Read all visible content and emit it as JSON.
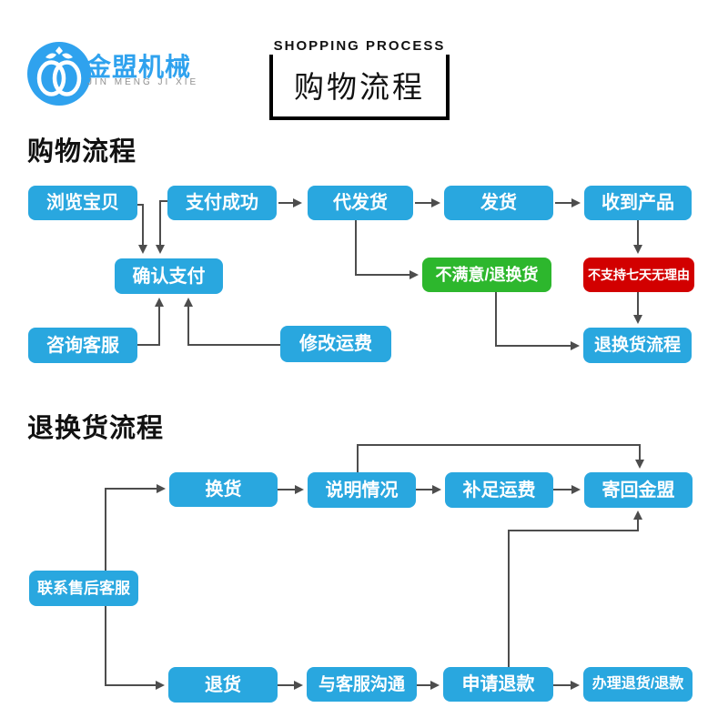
{
  "colors": {
    "box_blue": "#29a7df",
    "box_green": "#2db72d",
    "box_red": "#d20000",
    "logo_blue": "#2fa2ee",
    "line": "#4d4d4d",
    "text_dark": "#111111",
    "subtitle_gray": "#8f8f8f"
  },
  "header": {
    "logo_name": "金盟机械",
    "logo_sub": "JIN MENG JI XIE",
    "badge_en": "SHOPPING PROCESS",
    "badge_zh": "购物流程"
  },
  "shopping": {
    "title": "购物流程",
    "nodes": {
      "browse": "浏览宝贝",
      "pay_success": "支付成功",
      "await_ship": "代发货",
      "ship": "发货",
      "receive": "收到产品",
      "confirm_pay": "确认支付",
      "consult": "咨询客服",
      "modify_freight": "修改运费",
      "unsatisfied": "不满意/退换货",
      "no_seven_day": "不支持七天无理由",
      "return_flow": "退换货流程"
    }
  },
  "returns": {
    "title": "退换货流程",
    "nodes": {
      "exchange": "换货",
      "explain": "说明情况",
      "topup_freight": "补足运费",
      "send_back": "寄回金盟",
      "contact_after_sales": "联系售后客服",
      "return_goods": "退货",
      "communicate": "与客服沟通",
      "apply_refund": "申请退款",
      "handle_refund": "办理退货/退款"
    }
  }
}
